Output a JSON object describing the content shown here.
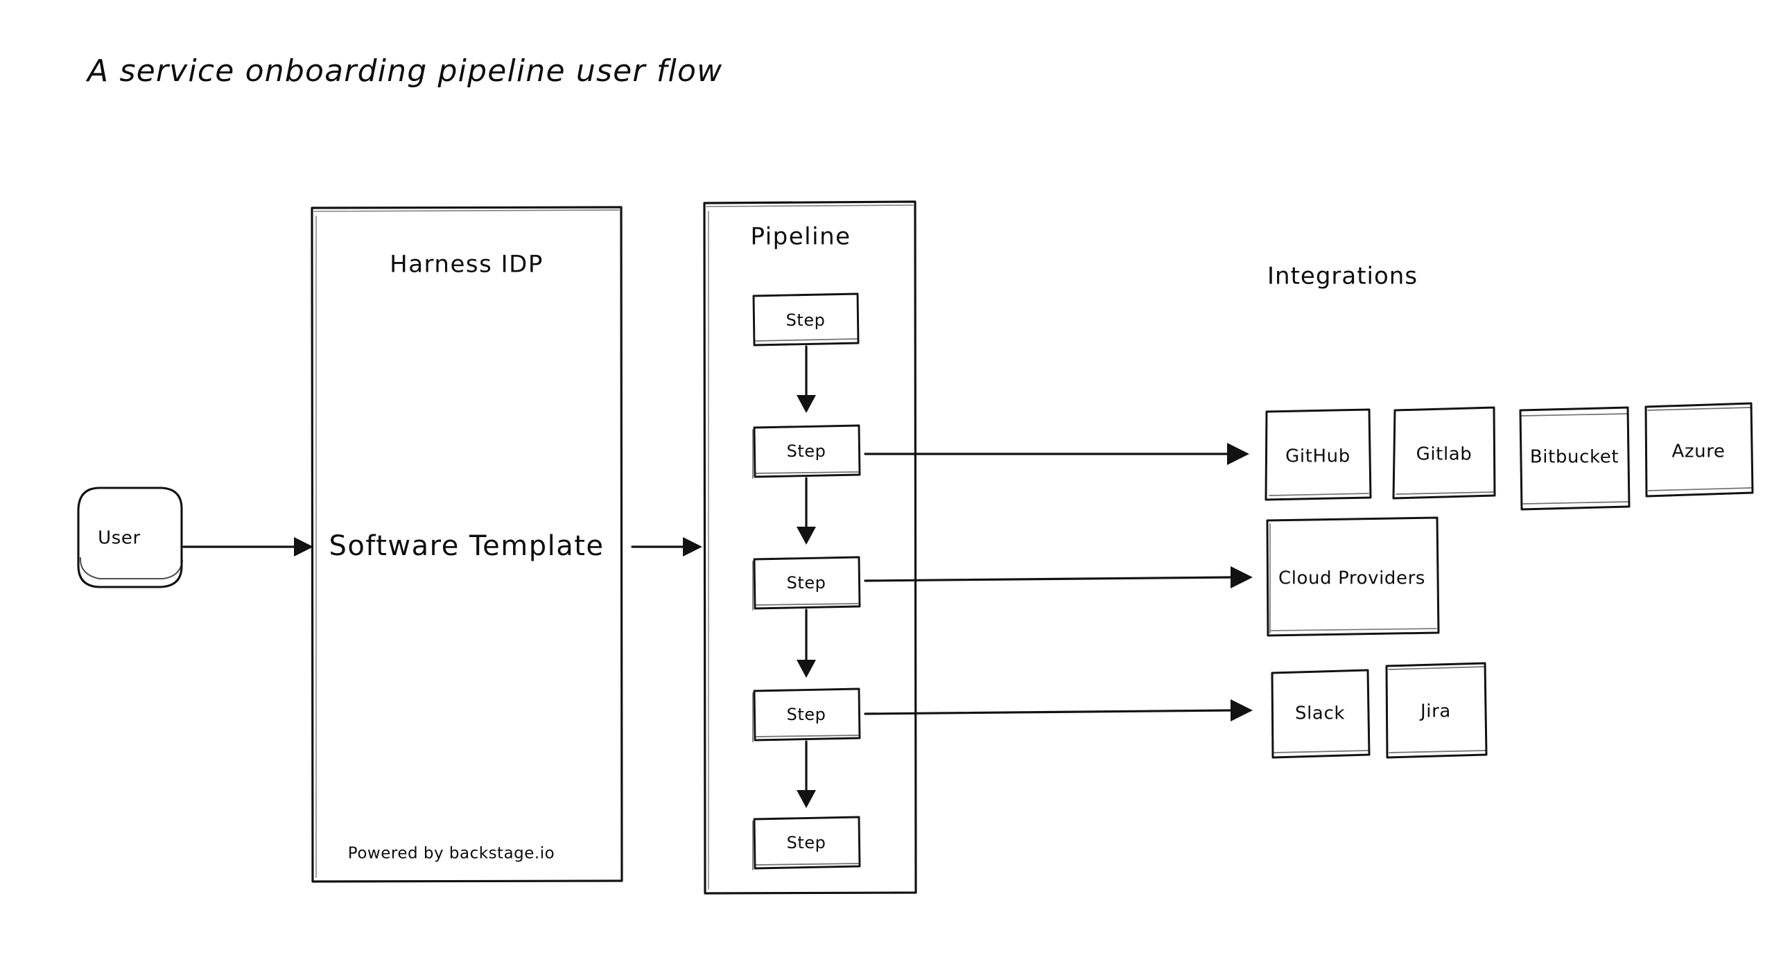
{
  "page": {
    "title": "A service onboarding pipeline user flow",
    "background_color": "#ffffff",
    "ink_color": "#121212",
    "style": "hand-drawn sketch"
  },
  "nodes": {
    "user": {
      "label": "User",
      "shape": "rounded-rectangle"
    },
    "harness_idp": {
      "heading": "Harness IDP",
      "body_label": "Software Template",
      "footer_label": "Powered by backstage.io",
      "shape": "rectangle-container"
    },
    "pipeline": {
      "heading": "Pipeline",
      "shape": "rectangle-container",
      "steps": [
        {
          "label": "Step",
          "has_integration_link": false
        },
        {
          "label": "Step",
          "has_integration_link": true
        },
        {
          "label": "Step",
          "has_integration_link": true
        },
        {
          "label": "Step",
          "has_integration_link": true
        },
        {
          "label": "Step",
          "has_integration_link": false
        }
      ]
    }
  },
  "integrations": {
    "heading": "Integrations",
    "rows": [
      {
        "row_name": "source-control",
        "items": [
          {
            "label": "GitHub"
          },
          {
            "label": "Gitlab"
          },
          {
            "label": "Bitbucket"
          },
          {
            "label": "Azure"
          }
        ]
      },
      {
        "row_name": "cloud",
        "items": [
          {
            "label": "Cloud Providers"
          }
        ]
      },
      {
        "row_name": "collaboration",
        "items": [
          {
            "label": "Slack"
          },
          {
            "label": "Jira"
          }
        ]
      }
    ]
  },
  "edges": [
    {
      "from": "user",
      "to": "harness_idp",
      "style": "arrow"
    },
    {
      "from": "harness_idp",
      "to": "pipeline",
      "style": "arrow"
    },
    {
      "from": "pipeline.step.1",
      "to": "integrations.row.0",
      "style": "arrow"
    },
    {
      "from": "pipeline.step.2",
      "to": "integrations.row.1",
      "style": "arrow"
    },
    {
      "from": "pipeline.step.3",
      "to": "integrations.row.2",
      "style": "arrow"
    },
    {
      "from": "pipeline.step.0",
      "to": "pipeline.step.1",
      "style": "arrow"
    },
    {
      "from": "pipeline.step.1",
      "to": "pipeline.step.2",
      "style": "arrow"
    },
    {
      "from": "pipeline.step.2",
      "to": "pipeline.step.3",
      "style": "arrow"
    },
    {
      "from": "pipeline.step.3",
      "to": "pipeline.step.4",
      "style": "arrow"
    }
  ]
}
